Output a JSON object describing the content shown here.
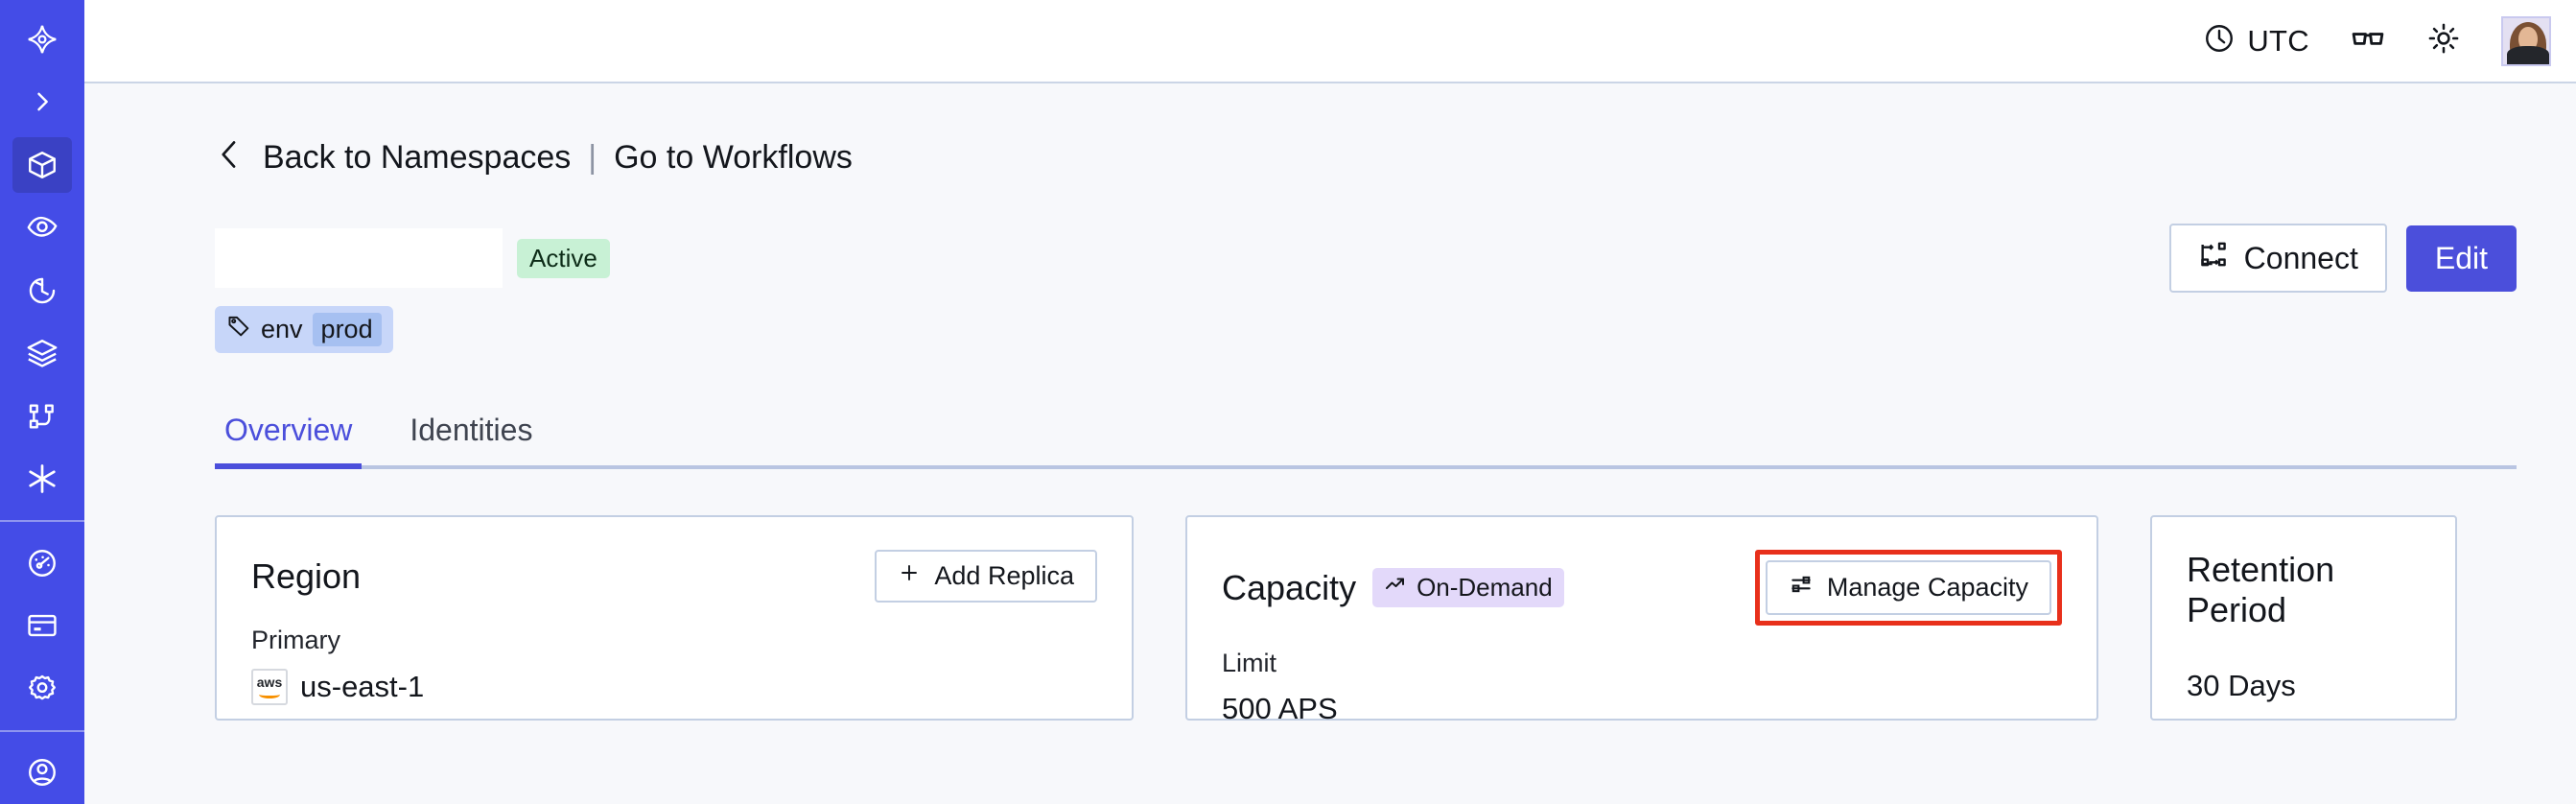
{
  "sidebar": {
    "items": [
      {
        "name": "logo",
        "icon": "temporal-logo-icon",
        "active": false
      },
      {
        "name": "expand-nav",
        "icon": "chevron-right-icon",
        "active": false
      },
      {
        "name": "namespaces",
        "icon": "cube-icon",
        "active": true
      },
      {
        "name": "observability",
        "icon": "eye-icon",
        "active": false
      },
      {
        "name": "schedules",
        "icon": "clock-rewind-icon",
        "active": false
      },
      {
        "name": "workers",
        "icon": "layers-icon",
        "active": false
      },
      {
        "name": "workflows",
        "icon": "git-branch-icon",
        "active": false
      },
      {
        "name": "nexus",
        "icon": "asterisk-icon",
        "active": false
      },
      {
        "name": "usage",
        "icon": "gauge-icon",
        "active": false
      },
      {
        "name": "billing",
        "icon": "credit-card-icon",
        "active": false
      },
      {
        "name": "settings",
        "icon": "gear-icon",
        "active": false
      },
      {
        "name": "account",
        "icon": "user-circle-icon",
        "active": false
      }
    ]
  },
  "topbar": {
    "timezone_label": "UTC",
    "timezone_icon": "clock-icon",
    "readonly_icon": "glasses-icon",
    "theme_icon": "sun-icon",
    "avatar_name": "user-avatar"
  },
  "breadcrumb": {
    "back_icon": "chevron-left-icon",
    "back_label": "Back to Namespaces",
    "separator": "|",
    "forward_label": "Go to Workflows"
  },
  "header": {
    "namespace_title": "",
    "status": "Active",
    "tag": {
      "icon": "tag-icon",
      "key": "env",
      "value": "prod"
    },
    "connect_label": "Connect",
    "connect_icon": "connect-icon",
    "edit_label": "Edit"
  },
  "tabs": [
    {
      "label": "Overview",
      "active": true
    },
    {
      "label": "Identities",
      "active": false
    }
  ],
  "cards": {
    "region": {
      "title": "Region",
      "action_label": "Add Replica",
      "action_icon": "plus-icon",
      "sub_label": "Primary",
      "provider_icon": "aws-logo-icon",
      "provider_text": "aws",
      "value": "us-east-1"
    },
    "capacity": {
      "title": "Capacity",
      "pill_label": "On-Demand",
      "pill_icon": "trending-up-icon",
      "action_label": "Manage Capacity",
      "action_icon": "sliders-icon",
      "action_highlighted": true,
      "sub_label": "Limit",
      "value": "500 APS"
    },
    "retention": {
      "title": "Retention Period",
      "value": "30  Days"
    }
  },
  "colors": {
    "sidebar": "#444ce7",
    "sidebar_active": "#3a41c4",
    "accent": "#4b4fdb",
    "page_bg": "#f7f8fb",
    "card_border": "#c3cfe3",
    "status_green": "#c8f1d5",
    "tag_blue": "#c7d6f9",
    "tag_value_blue": "#a6c0f1",
    "pill_purple": "#e3d9fa",
    "highlight_red": "#e8301b"
  }
}
